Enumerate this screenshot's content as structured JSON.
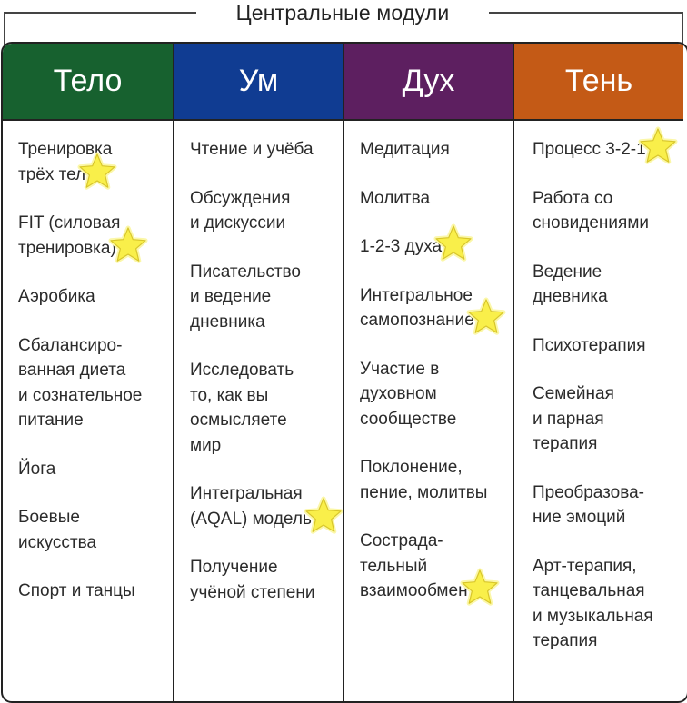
{
  "title": "Центральные модули",
  "columns": [
    {
      "header": "Тело",
      "color": "#17612f",
      "items": [
        "Тренировка\nтрёх тел",
        "FIT (силовая\nтренировка)",
        "Аэробика",
        "Сбалансиро-\nванная диета\nи сознательное\nпитание",
        "Йога",
        "Боевые\nискусства",
        "Спорт и танцы"
      ]
    },
    {
      "header": "Ум",
      "color": "#103c92",
      "items": [
        "Чтение и учёба",
        "Обсуждения\nи дискуссии",
        "Писательство\nи ведение\nдневника",
        "Исследовать\nто, как вы\nосмысляете\nмир",
        "Интегральная\n(AQAL) модель",
        "Получение\nучёной степени"
      ]
    },
    {
      "header": "Дух",
      "color": "#5d1f60",
      "items": [
        "Медитация",
        "Молитва",
        "1-2-3 духа",
        "Интегральное\nсамопознание",
        "Участие в\nдуховном\nсообществе",
        "Поклонение,\nпение, молитвы",
        "Сострада-\nтельный\nвзаимообмен"
      ]
    },
    {
      "header": "Тень",
      "color": "#c45a16",
      "items": [
        "Процесс 3-2-1",
        "Работа со\nсновидениями",
        "Ведение\nдневника",
        "Психотерапия",
        "Семейная\nи парная\nтерапия",
        "Преобразова-\nние эмоций",
        "Арт-терапия,\nтанцевальная\nи музыкальная\nтерапия"
      ]
    }
  ],
  "star_colors": {
    "fill": "#f9ef4a",
    "stroke": "#d8c62a",
    "glow": "#fbf7a8"
  },
  "starred_items": [
    {
      "column": 0,
      "item": 0
    },
    {
      "column": 0,
      "item": 1
    },
    {
      "column": 1,
      "item": 4
    },
    {
      "column": 2,
      "item": 2
    },
    {
      "column": 2,
      "item": 3
    },
    {
      "column": 2,
      "item": 6
    },
    {
      "column": 3,
      "item": 0
    }
  ]
}
